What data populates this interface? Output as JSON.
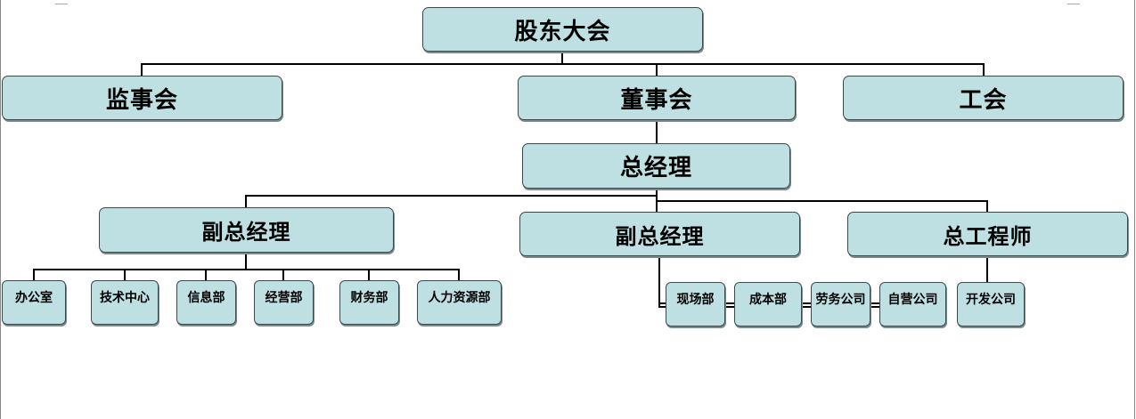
{
  "nodes": {
    "shareholders": "股东大会",
    "supervisory_board": "监事会",
    "board_of_directors": "董事会",
    "union": "工会",
    "general_manager": "总经理",
    "vice_gm_left": "副总经理",
    "vice_gm_middle": "副总经理",
    "chief_engineer": "总工程师",
    "left_departments": [
      "办公室",
      "技术中心",
      "信息部",
      "经营部",
      "财务部",
      "人力资源部"
    ],
    "right_departments": [
      "现场部",
      "成本部",
      "劳务公司",
      "自营公司",
      "开发公司"
    ]
  },
  "colors": {
    "box_fill": "#bfe0e3",
    "box_border": "#3a4a4c",
    "connector": "#000000"
  }
}
